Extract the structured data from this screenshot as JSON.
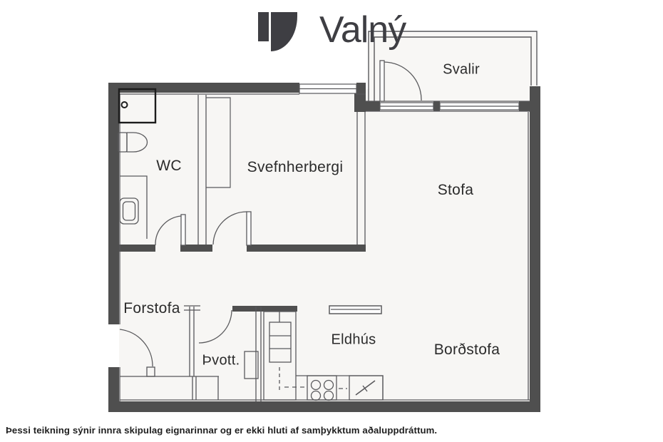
{
  "logo": {
    "brand": "Valný"
  },
  "plan": {
    "rooms": {
      "svalir": "Svalir",
      "wc": "WC",
      "svefnherbergi": "Svefnherbergi",
      "stofa": "Stofa",
      "forstofa": "Forstofa",
      "thvott": "Þvott.",
      "eldhus": "Eldhús",
      "bordstofa": "Borðstofa"
    },
    "fixture_symbols": [
      "shower",
      "toilet",
      "wash-basin",
      "wardrobe",
      "entrance-closet",
      "washing-machine",
      "fridge-cabinet",
      "stove",
      "kitchen-sink",
      "kitchen-bar",
      "balcony-railing"
    ]
  },
  "footer": {
    "disclaimer": "Þessi teikning sýnir innra skipulag eignarinnar og er ekki hluti af samþykktum aðaluppdráttum."
  },
  "colors": {
    "wall": "#4f4f4f",
    "thin_line": "#57575a",
    "fixture_black": "#1c1c1c",
    "label_text": "#2b2b2b",
    "logo": "#3e3e43",
    "floor": "#f7f6f4",
    "background": "#ffffff"
  }
}
